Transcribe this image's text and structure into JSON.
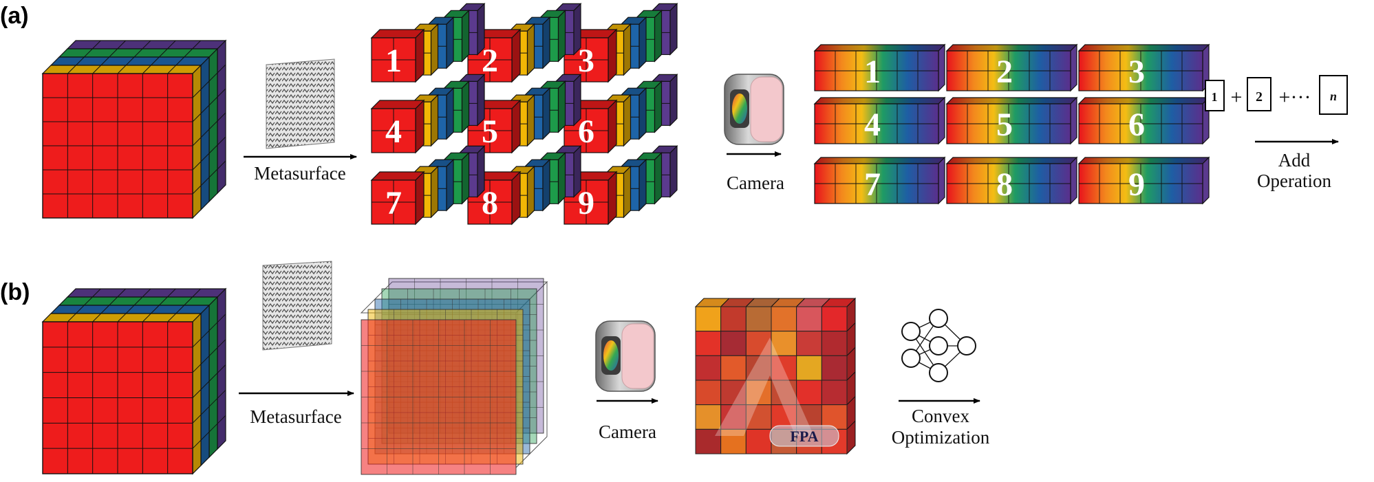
{
  "panels": {
    "a": {
      "label": "(a)",
      "metasurface_label": "Metasurface",
      "camera_label": "Camera",
      "cube_numbers": [
        "1",
        "2",
        "3",
        "4",
        "5",
        "6",
        "7",
        "8",
        "9"
      ],
      "strip_numbers": [
        "1",
        "2",
        "3",
        "4",
        "5",
        "6",
        "7",
        "8",
        "9"
      ],
      "add_terms": [
        "1",
        "+",
        "2",
        "+···",
        "n"
      ],
      "add_label_line1": "Add",
      "add_label_line2": "Operation"
    },
    "b": {
      "label": "(b)",
      "metasurface_label": "Metasurface",
      "camera_label": "Camera",
      "fpa_label": "FPA",
      "convex_label_line1": "Convex",
      "convex_label_line2": "Optimization"
    }
  },
  "colors": {
    "red": "#ee1c1c",
    "orange": "#f49b1c",
    "yellow": "#f2b705",
    "blue": "#1e64a8",
    "green": "#1d9b4a",
    "purple": "#5b3a8e",
    "outline": "#111111"
  },
  "icons": [
    "metasurface-icon",
    "camera-icon",
    "neural-network-icon",
    "arrow-icon"
  ]
}
